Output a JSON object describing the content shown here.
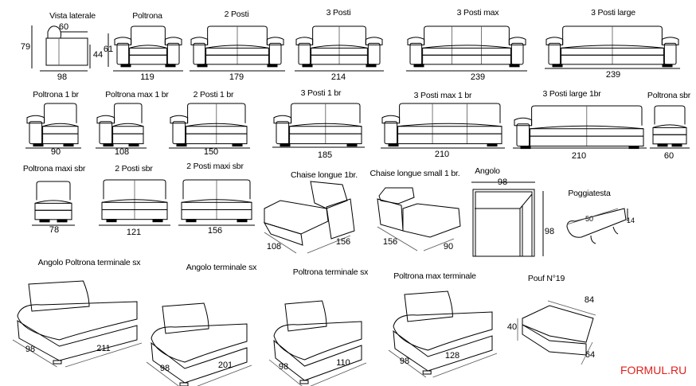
{
  "row1": [
    {
      "label": "Vista laterale",
      "dims": [
        "60",
        "79",
        "44",
        "98"
      ]
    },
    {
      "label": "Poltrona",
      "dims": [
        "61",
        "119"
      ]
    },
    {
      "label": "2 Posti",
      "dims": [
        "179"
      ]
    },
    {
      "label": "3 Posti",
      "dims": [
        "214"
      ]
    },
    {
      "label": "3 Posti max",
      "dims": [
        "239"
      ]
    },
    {
      "label": "3 Posti large",
      "dims": [
        "239"
      ]
    }
  ],
  "row2": [
    {
      "label": "Poltrona 1 br",
      "dims": [
        "90"
      ]
    },
    {
      "label": "Poltrona max 1 br",
      "dims": [
        "108"
      ]
    },
    {
      "label": "2 Posti 1 br",
      "dims": [
        "150"
      ]
    },
    {
      "label": "3 Posti 1 br",
      "dims": [
        "185"
      ]
    },
    {
      "label": "3 Posti  max 1 br",
      "dims": [
        "210"
      ]
    },
    {
      "label": "3 Posti large 1br",
      "dims": [
        "210"
      ]
    },
    {
      "label": "Poltrona sbr",
      "dims": [
        "60"
      ]
    }
  ],
  "row3": [
    {
      "label": "Poltrona maxi sbr",
      "dims": [
        "78"
      ]
    },
    {
      "label": "2 Posti sbr",
      "dims": [
        "121"
      ]
    },
    {
      "label": "2 Posti  maxi sbr",
      "dims": [
        "156"
      ]
    },
    {
      "label": "Chaise longue 1br.",
      "dims": [
        "108",
        "156"
      ]
    },
    {
      "label": "Chaise longue small 1 br.",
      "dims": [
        "156",
        "90"
      ]
    },
    {
      "label": "Angolo",
      "dims": [
        "98",
        "98"
      ]
    },
    {
      "label": "Poggiatesta",
      "dims": [
        "50",
        "14"
      ]
    }
  ],
  "row4": [
    {
      "label": "Angolo Poltrona terminale sx",
      "dims": [
        "98",
        "211"
      ]
    },
    {
      "label": "Angolo  terminale  sx",
      "dims": [
        "98",
        "201"
      ]
    },
    {
      "label": "Poltrona terminale sx",
      "dims": [
        "98",
        "110"
      ]
    },
    {
      "label": "Poltrona max terminale",
      "dims": [
        "98",
        "128"
      ]
    },
    {
      "label": "Pouf  N°19",
      "dims": [
        "84",
        "40",
        "64"
      ]
    }
  ],
  "brand": "FORMUL.RU",
  "colors": {
    "brand": "#e0201c",
    "line": "#000000"
  }
}
